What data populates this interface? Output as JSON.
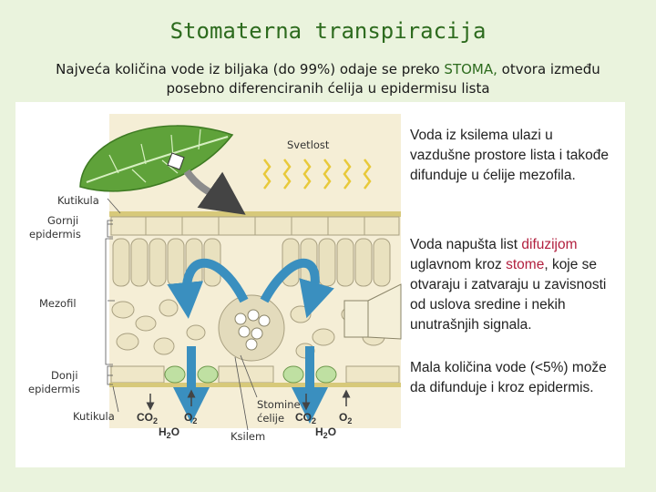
{
  "title": "Stomaterna transpiracija",
  "subtitle": {
    "part1": "Najveća količina vode iz biljaka (do 99%) odaje se preko ",
    "highlight": "STOMA,",
    "part2": " otvora između posebno diferenciranih ćelija u epidermisu lista"
  },
  "labels": {
    "light": "Svetlost",
    "cuticle_top": "Kutikula",
    "upper_epidermis_1": "Gornji",
    "upper_epidermis_2": "epidermis",
    "mesophyll": "Mezofil",
    "lower_epidermis_1": "Donji",
    "lower_epidermis_2": "epidermis",
    "cuticle_bottom": "Kutikula",
    "guard_cells_1": "Stomine",
    "guard_cells_2": "ćelije",
    "xylem": "Ksilem",
    "co2": "CO",
    "sub2": "2",
    "o2": "O",
    "h2o_h": "H",
    "h2o_o": "O"
  },
  "side_text": {
    "p1": "Voda iz ksilema ulazi u vazdušne prostore lista i takođe difunduje u ćelije mezofila.",
    "p2_a": "Voda napušta list ",
    "p2_b": "difuzijom",
    "p2_c": " uglavnom kroz ",
    "p2_d": "stome",
    "p2_e": ", koje se otvaraju i zatvaraju u zavisnosti od uslova sredine i nekih unutrašnjih signala.",
    "p3": "Mala količina vode (<5%) može da difunduje i kroz epidermis."
  },
  "colors": {
    "title": "#2d6b1e",
    "highlight_text": "#b2203f",
    "leaf": "#5fa23a",
    "arrow_water": "#3a8fbf",
    "light_arrows": "#f2e24a"
  }
}
